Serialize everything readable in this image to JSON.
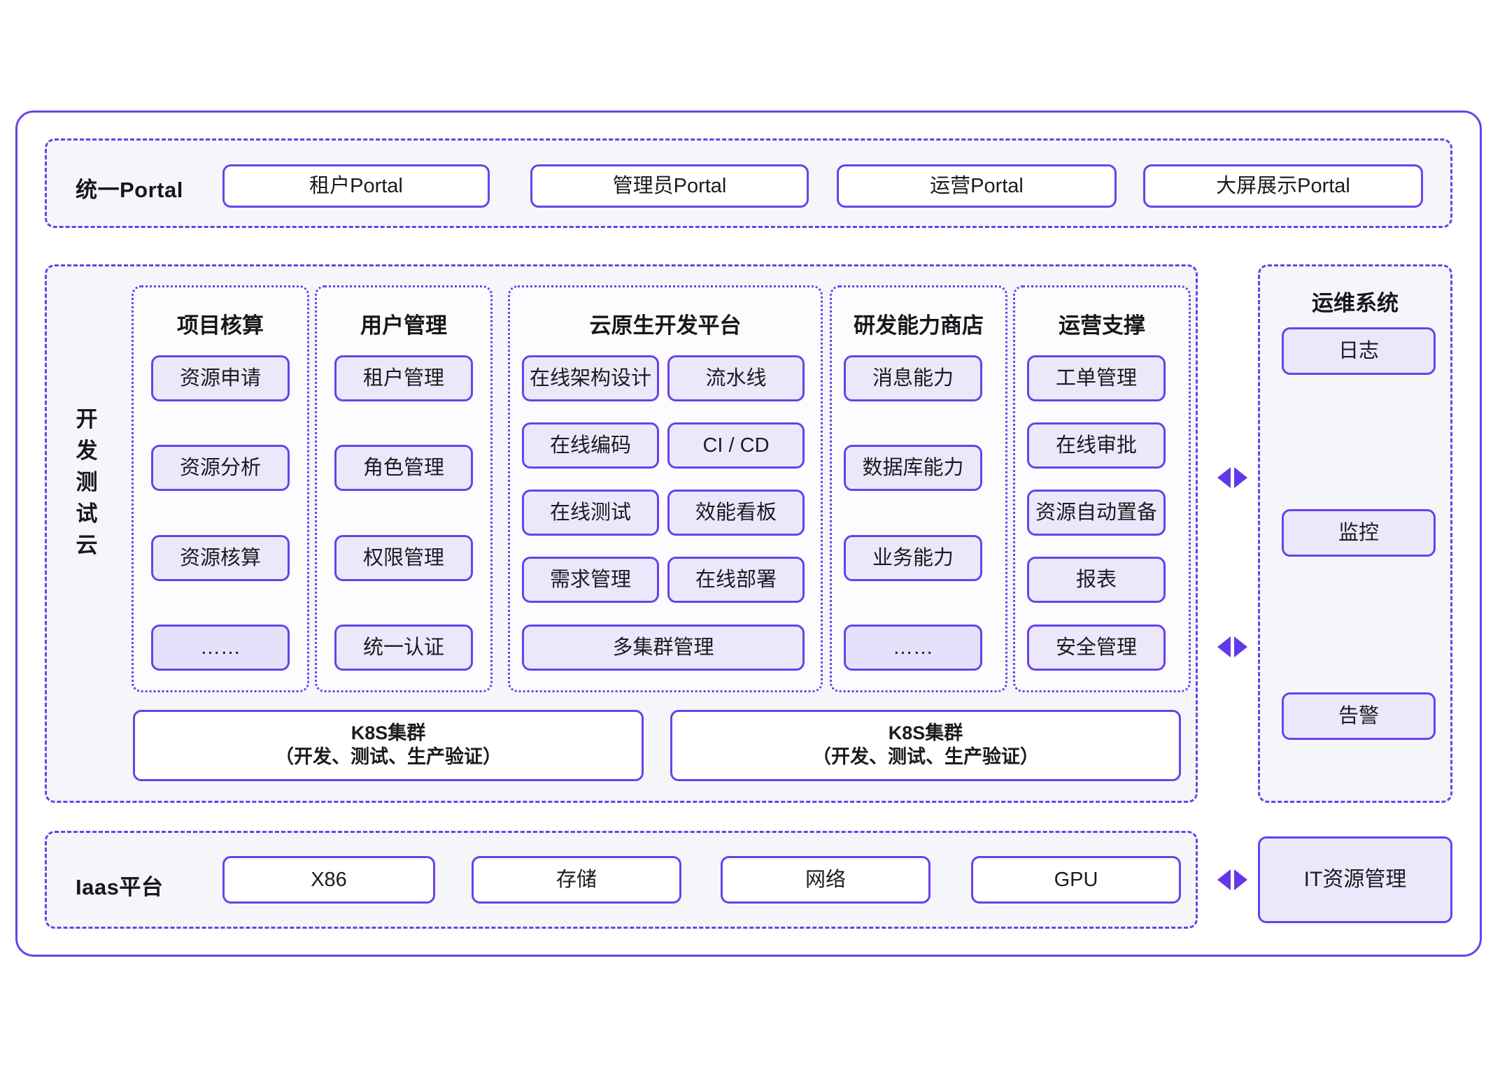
{
  "portal_row": {
    "label": "统一Portal",
    "items": [
      {
        "label": "租户Portal"
      },
      {
        "label": "管理员Portal"
      },
      {
        "label": "运营Portal"
      },
      {
        "label": "大屏展示Portal"
      }
    ]
  },
  "dev_test_cloud": {
    "side_label": "开发测试云",
    "columns": [
      {
        "title": "项目核算",
        "items": [
          {
            "label": "资源申请"
          },
          {
            "label": "资源分析"
          },
          {
            "label": "资源核算"
          },
          {
            "label": "……"
          }
        ]
      },
      {
        "title": "用户管理",
        "items": [
          {
            "label": "租户管理"
          },
          {
            "label": "角色管理"
          },
          {
            "label": "权限管理"
          },
          {
            "label": "统一认证"
          }
        ]
      },
      {
        "title": "云原生开发平台",
        "grid_items": [
          {
            "label": "在线架构设计"
          },
          {
            "label": "流水线"
          },
          {
            "label": "在线编码"
          },
          {
            "label": "CI / CD"
          },
          {
            "label": "在线测试"
          },
          {
            "label": "效能看板"
          },
          {
            "label": "需求管理"
          },
          {
            "label": "在线部署"
          }
        ],
        "wide_item": {
          "label": "多集群管理"
        }
      },
      {
        "title": "研发能力商店",
        "items": [
          {
            "label": "消息能力"
          },
          {
            "label": "数据库能力"
          },
          {
            "label": "业务能力"
          },
          {
            "label": "……"
          }
        ]
      },
      {
        "title": "运营支撑",
        "items": [
          {
            "label": "工单管理"
          },
          {
            "label": "在线审批"
          },
          {
            "label": "资源自动置备"
          },
          {
            "label": "报表"
          },
          {
            "label": "安全管理"
          }
        ]
      }
    ],
    "clusters": [
      {
        "line1": "K8S集群",
        "line2": "（开发、测试、生产验证）"
      },
      {
        "line1": "K8S集群",
        "line2": "（开发、测试、生产验证）"
      }
    ]
  },
  "ops_system": {
    "title": "运维系统",
    "items": [
      {
        "label": "日志"
      },
      {
        "label": "监控"
      },
      {
        "label": "告警"
      }
    ]
  },
  "iaas_row": {
    "label": "Iaas平台",
    "items": [
      {
        "label": "X86"
      },
      {
        "label": "存储"
      },
      {
        "label": "网络"
      },
      {
        "label": "GPU"
      }
    ],
    "external": {
      "label": "IT资源管理"
    }
  },
  "connectors": [
    {
      "name": "ops-upper"
    },
    {
      "name": "ops-lower"
    },
    {
      "name": "iaas-it"
    }
  ],
  "colors": {
    "accent": "#6b41ea",
    "arrow": "#6338e8",
    "panel_bg": "#f5f6fa",
    "item_fill": "#ece8fb",
    "white": "#ffffff"
  }
}
